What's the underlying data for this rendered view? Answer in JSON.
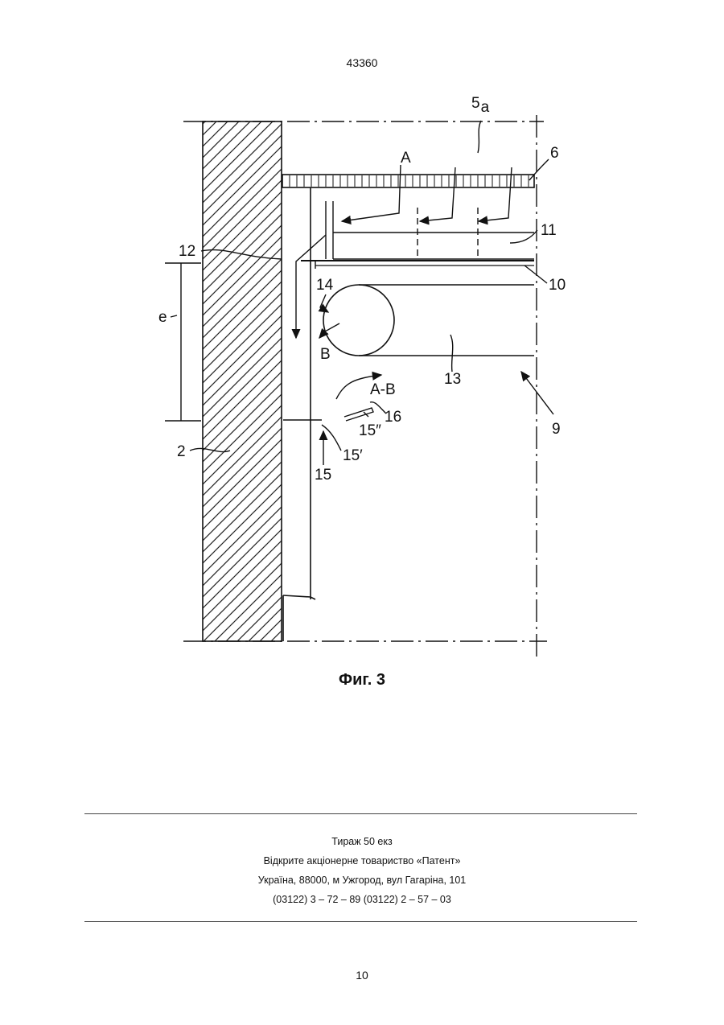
{
  "header": {
    "doc_number": "43360"
  },
  "figure": {
    "caption": "Фиг. 3",
    "labels": {
      "l5a_main": "5",
      "l5a_sub": "a",
      "l6": "6",
      "lA": "A",
      "l11": "11",
      "l12": "12",
      "l10": "10",
      "l14": "14",
      "le": "e",
      "lB": "B",
      "l13": "13",
      "lAB": "A-B",
      "l16": "16",
      "l9": "9",
      "l15dd": "15″",
      "l2": "2",
      "l15d": "15′",
      "l15": "15"
    }
  },
  "imprint": {
    "line1": "Тираж 50 екз",
    "line2": "Відкрите акціонерне товариство «Патент»",
    "line3": "Україна, 88000, м  Ужгород, вул  Гагаріна, 101",
    "line4": "(03122) 3 – 72 – 89   (03122) 2 – 57 – 03"
  },
  "footer": {
    "page_number": "10"
  }
}
